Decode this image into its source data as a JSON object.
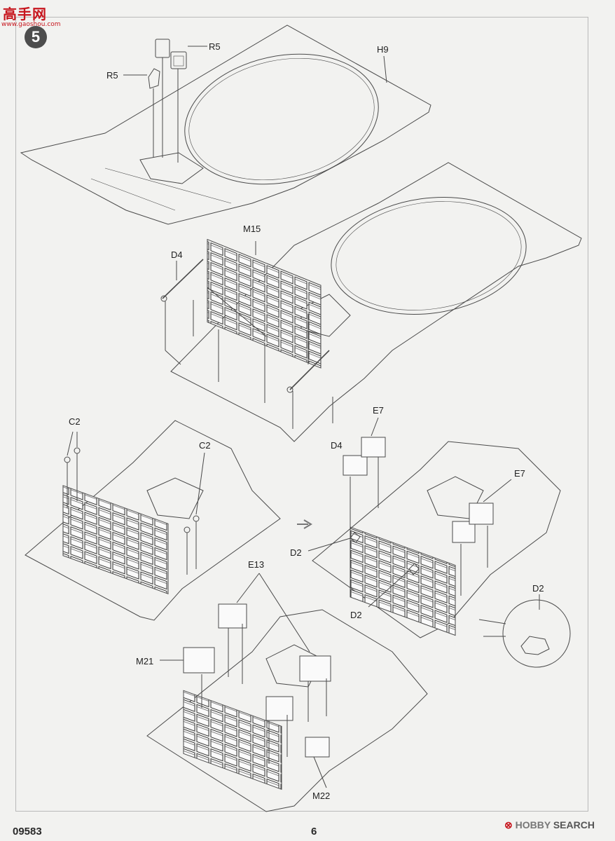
{
  "watermark": {
    "logo": "高手网",
    "url": "www.gaoshou.com"
  },
  "step": {
    "number": "5"
  },
  "labels": {
    "r5_a": "R5",
    "r5_b": "R5",
    "h9": "H9",
    "m15": "M15",
    "d4_a": "D4",
    "d4_b": "D4",
    "c2_a": "C2",
    "c2_b": "C2",
    "e7_a": "E7",
    "e7_b": "E7",
    "d2_a": "D2",
    "d2_b": "D2",
    "d2_detail": "D2",
    "e13": "E13",
    "m21": "M21",
    "m22": "M22"
  },
  "footer": {
    "code": "09583",
    "page": "6",
    "brand_mark": "⊗",
    "brand_hobby": "HOBBY",
    "brand_search": "SEARCH"
  },
  "colors": {
    "line": "#4a4a4a",
    "accent": "#c7161e"
  }
}
